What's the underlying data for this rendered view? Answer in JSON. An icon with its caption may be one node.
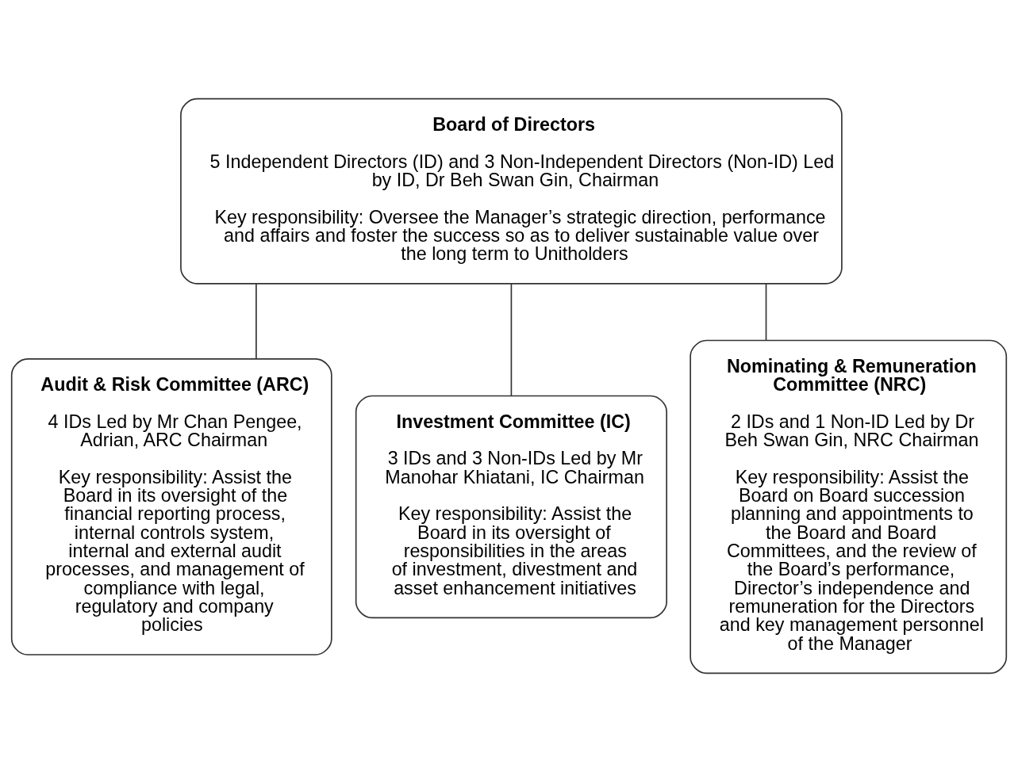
{
  "diagram": {
    "nodes": [
      {
        "text": [
          "Board of Directors",
          "5 Independent Directors (ID) and 3 Non-Independent Directors (Non-ID) Led by ID, Dr Beh Swan Gin, Chairman",
          "Key responsibility: Oversee the Manager’s strategic direction, performance and affairs and foster the success so as to deliver sustainable value over the long term to Unitholders"
        ]
      },
      {
        "text": [
          "Audit & Risk Committee (ARC)",
          "4 IDs Led by Mr Chan Pengee, Adrian, ARC Chairman",
          "Key responsibility: Assist the Board in its oversight of the financial reporting process, internal controls system, internal and external audit processes, and management of compliance with legal, regulatory and company policies"
        ]
      },
      {
        "text": [
          "Investment Committee (IC)",
          "3 IDs and 3 Non-IDs Led by Mr Manohar Khiatani, IC Chairman",
          "Key responsibility: Assist the Board in its oversight of responsibilities in the areas of investment, divestment and asset enhancement initiatives"
        ]
      },
      {
        "text": [
          "Nominating & Remuneration Committee (NRC)",
          "2 IDs and 1 Non-ID Led by Dr Beh Swan Gin, NRC Chairman",
          "Key responsibility: Assist the Board on Board succession planning and appointments to the Board and Board Committees, and the review of the Board’s performance, Director’s independence and remuneration for the Directors and key management personnel of the Manager"
        ]
      }
    ],
    "edges": [
      {
        "from": 0,
        "to": 1,
        "arrow": "none"
      },
      {
        "from": 0,
        "to": 2,
        "arrow": "none"
      },
      {
        "from": 0,
        "to": 3,
        "arrow": "none"
      }
    ]
  }
}
